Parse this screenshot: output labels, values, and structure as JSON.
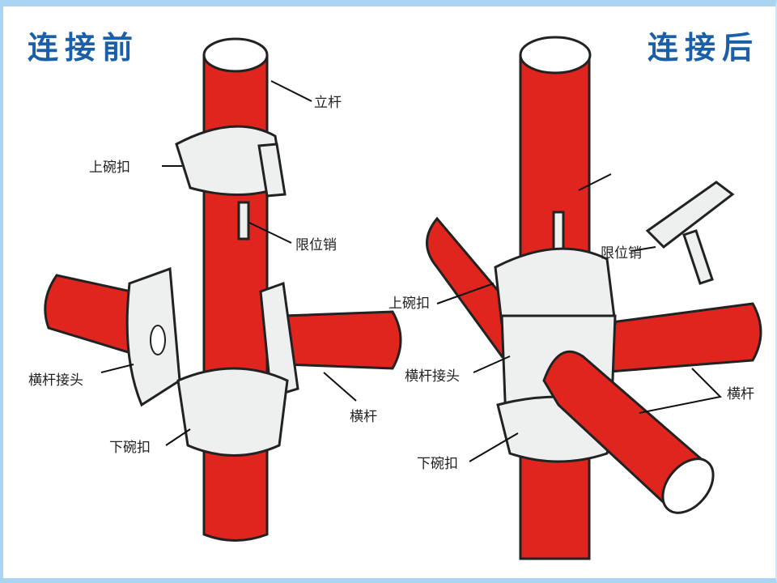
{
  "before": {
    "title": "连接前",
    "labels": {
      "upright": "立杆",
      "upper_cup": "上碗扣",
      "limit_pin": "限位销",
      "joint": "横杆接头",
      "crossbar": "横杆",
      "lower_cup": "下碗扣"
    }
  },
  "after": {
    "title": "连接后",
    "labels": {
      "limit_pin": "限位销",
      "upper_cup": "上碗扣",
      "joint": "横杆接头",
      "crossbar": "横杆",
      "lower_cup": "下碗扣"
    }
  },
  "colors": {
    "pipe": "#e0241e",
    "title": "#1b5fa8",
    "border": "#a9d4f2"
  }
}
